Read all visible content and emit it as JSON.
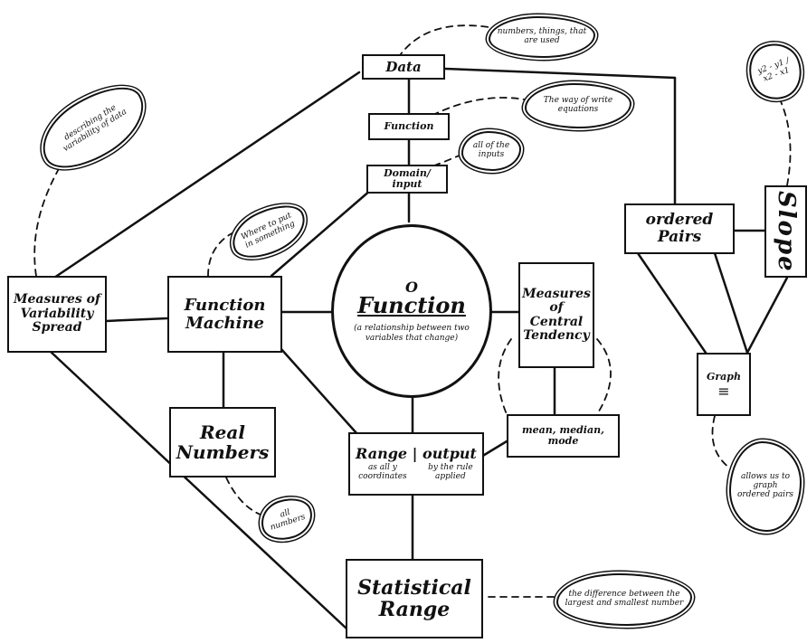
{
  "nodes": {
    "data": "Data",
    "function_small": "Function",
    "domain_input": "Domain/ input",
    "function_center_o": "O",
    "function_center": "Function",
    "function_center_sub": "(a relationship between two variables that change)",
    "function_machine": "Function Machine",
    "measures_of_variability": "Measures of Variability Spread",
    "measures_of_central_tendency": "Measures of Central Tendency",
    "real_numbers": "Real Numbers",
    "range_output": "Range | output",
    "range_output_sub_left": "as all y coordinates",
    "range_output_sub_right": "by the rule applied",
    "mean_median_mode": "mean, median, mode",
    "statistical_range": "Statistical Range",
    "ordered_pairs": "ordered Pairs",
    "slope": "Slope",
    "graph": "Graph"
  },
  "clouds": {
    "data_note": "numbers, things, that are used",
    "function_note": "The way of write equations",
    "domain_note": "all of the inputs",
    "variability_note": "describing the variability of data",
    "machine_note": "Where to put in something",
    "real_numbers_note": "all numbers",
    "statistical_note": "the difference between the largest and smallest number",
    "graph_note": "allows us to graph ordered pairs",
    "slope_note": "y2 - y1 / x2 - x1"
  },
  "colors": {
    "ink": "#111111",
    "paper": "#ffffff"
  }
}
